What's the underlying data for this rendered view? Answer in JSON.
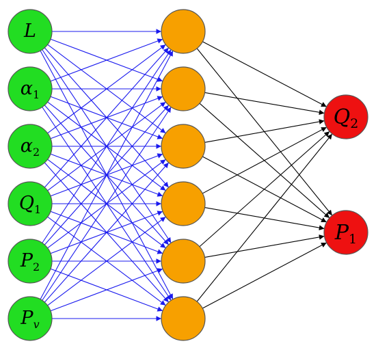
{
  "network": {
    "input_nodes": [
      {
        "symbol": "L",
        "subscript": ""
      },
      {
        "symbol": "α",
        "subscript": "1"
      },
      {
        "symbol": "α",
        "subscript": "2"
      },
      {
        "symbol": "Q",
        "subscript": "1"
      },
      {
        "symbol": "P",
        "subscript": "2"
      },
      {
        "symbol": "P",
        "subscript": "v"
      }
    ],
    "hidden_count": 6,
    "output_nodes": [
      {
        "symbol": "Q",
        "subscript": "2"
      },
      {
        "symbol": "P",
        "subscript": "1"
      }
    ]
  },
  "colors": {
    "input_fill": "#22dd22",
    "hidden_fill": "#f7a000",
    "output_fill": "#ee1111",
    "node_stroke": "#555555",
    "input_hidden_edge": "#1a1aee",
    "hidden_output_edge": "#000000"
  }
}
